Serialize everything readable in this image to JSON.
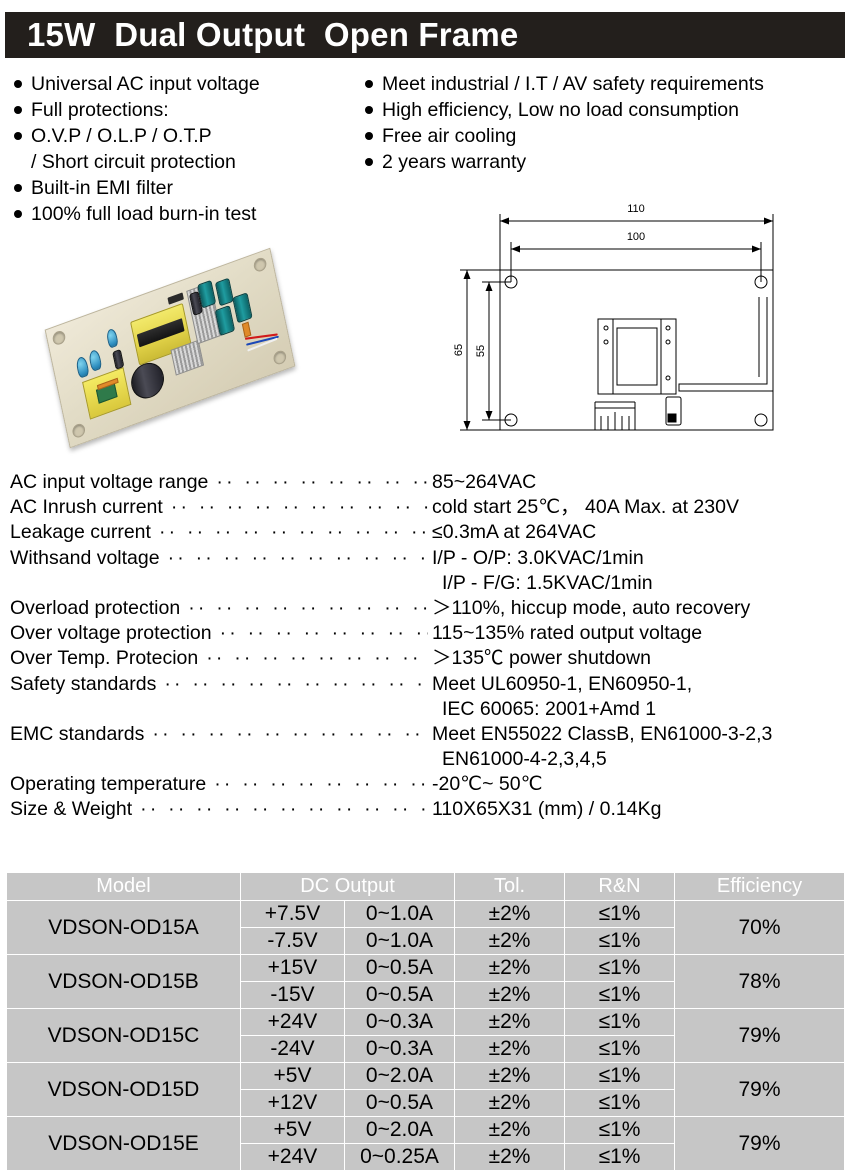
{
  "title": "15W  Dual Output  Open Frame",
  "features": {
    "left": [
      {
        "text": "Universal AC input voltage",
        "continuation": false
      },
      {
        "text": "Full protections:",
        "continuation": false
      },
      {
        "text": "O.V.P / O.L.P / O.T.P",
        "continuation": false
      },
      {
        "text": "/ Short circuit protection",
        "continuation": true
      },
      {
        "text": "Built-in EMI filter",
        "continuation": false
      },
      {
        "text": "100% full load burn-in test",
        "continuation": false
      }
    ],
    "right": [
      {
        "text": "Meet industrial / I.T / AV safety requirements",
        "continuation": false
      },
      {
        "text": "High efficiency, Low no load consumption",
        "continuation": false
      },
      {
        "text": "Free air cooling",
        "continuation": false
      },
      {
        "text": "2 years warranty",
        "continuation": false
      }
    ]
  },
  "drawing": {
    "dim_overall_width": "110",
    "dim_hole_width": "100",
    "dim_overall_height": "65",
    "dim_hole_height": "55"
  },
  "specs": [
    {
      "label": "AC input voltage range",
      "value": "85~264VAC",
      "continuation": false
    },
    {
      "label": "AC Inrush current",
      "value": "cold start 25℃， 40A  Max. at  230V",
      "continuation": false
    },
    {
      "label": "Leakage current",
      "value": "≤0.3mA at 264VAC",
      "continuation": false
    },
    {
      "label": "Withsand voltage",
      "value": "I/P - O/P: 3.0KVAC/1min",
      "continuation": false
    },
    {
      "label": "",
      "value": "I/P - F/G: 1.5KVAC/1min",
      "continuation": true
    },
    {
      "label": "Overload protection",
      "value": "＞110%, hiccup mode, auto recovery",
      "continuation": false
    },
    {
      "label": "Over voltage protection",
      "value": "115~135% rated output voltage",
      "continuation": false
    },
    {
      "label": "Over Temp. Protecion",
      "value": "＞135℃ power shutdown",
      "continuation": false
    },
    {
      "label": "Safety standards",
      "value": "Meet UL60950-1, EN60950-1,",
      "continuation": false
    },
    {
      "label": "",
      "value": "IEC 60065: 2001+Amd 1",
      "continuation": true
    },
    {
      "label": "EMC standards",
      "value": "Meet EN55022 ClassB, EN61000-3-2,3",
      "continuation": false
    },
    {
      "label": "",
      "value": "EN61000-4-2,3,4,5",
      "continuation": true
    },
    {
      "label": "Operating temperature",
      "value": "-20℃~ 50℃",
      "continuation": false
    },
    {
      "label": "Size & Weight",
      "value": "110X65X31 (mm)  /  0.14Kg",
      "continuation": false
    }
  ],
  "table": {
    "headers": [
      "Model",
      "DC Output",
      "Tol.",
      "R&N",
      "Efficiency"
    ],
    "rows": [
      {
        "model": "VDSON-OD15A",
        "efficiency": "70%",
        "outputs": [
          {
            "voltage": "+7.5V",
            "current": "0~1.0A",
            "tol": "±2%",
            "rn": "≤1%"
          },
          {
            "voltage": "-7.5V",
            "current": "0~1.0A",
            "tol": "±2%",
            "rn": "≤1%"
          }
        ]
      },
      {
        "model": "VDSON-OD15B",
        "efficiency": "78%",
        "outputs": [
          {
            "voltage": "+15V",
            "current": "0~0.5A",
            "tol": "±2%",
            "rn": "≤1%"
          },
          {
            "voltage": "-15V",
            "current": "0~0.5A",
            "tol": "±2%",
            "rn": "≤1%"
          }
        ]
      },
      {
        "model": "VDSON-OD15C",
        "efficiency": "79%",
        "outputs": [
          {
            "voltage": "+24V",
            "current": "0~0.3A",
            "tol": "±2%",
            "rn": "≤1%"
          },
          {
            "voltage": "-24V",
            "current": "0~0.3A",
            "tol": "±2%",
            "rn": "≤1%"
          }
        ]
      },
      {
        "model": "VDSON-OD15D",
        "efficiency": "79%",
        "outputs": [
          {
            "voltage": "+5V",
            "current": "0~2.0A",
            "tol": "±2%",
            "rn": "≤1%"
          },
          {
            "voltage": "+12V",
            "current": "0~0.5A",
            "tol": "±2%",
            "rn": "≤1%"
          }
        ]
      },
      {
        "model": "VDSON-OD15E",
        "efficiency": "79%",
        "outputs": [
          {
            "voltage": "+5V",
            "current": "0~2.0A",
            "tol": "±2%",
            "rn": "≤1%"
          },
          {
            "voltage": "+24V",
            "current": "0~0.25A",
            "tol": "±2%",
            "rn": "≤1%"
          }
        ]
      }
    ]
  },
  "colors": {
    "title_bar": "#231f1c",
    "table_fill": "#c6c6c6",
    "table_grid": "#ffffff",
    "header_text": "#ffffff"
  }
}
